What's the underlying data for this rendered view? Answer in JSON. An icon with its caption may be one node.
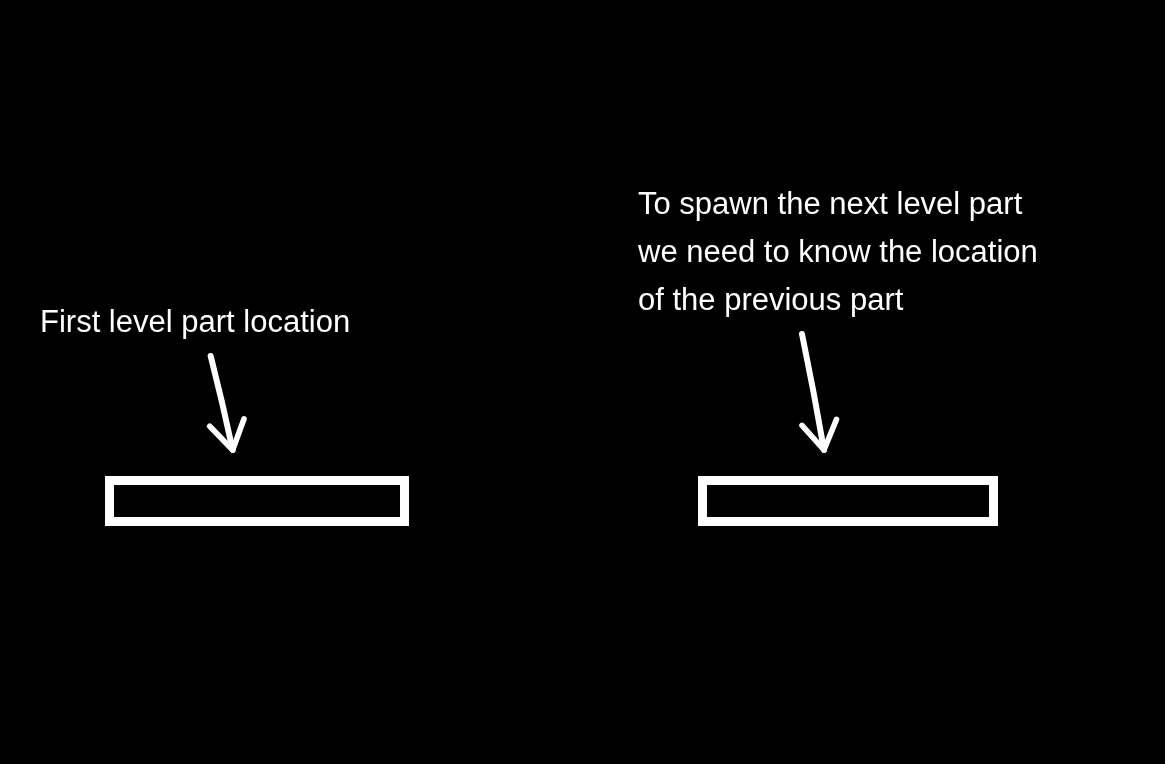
{
  "diagram": {
    "nodes": [
      {
        "text": [
          "First level part location"
        ]
      },
      {
        "text": [],
        "shape": "bar"
      },
      {
        "text": [
          "To spawn the next level part we need to know the location of the previous part"
        ]
      },
      {
        "text": [],
        "shape": "bar"
      }
    ],
    "edges": [
      {
        "from": 0,
        "to": 1,
        "arrow": "to"
      },
      {
        "from": 2,
        "to": 3,
        "arrow": "to"
      }
    ]
  }
}
